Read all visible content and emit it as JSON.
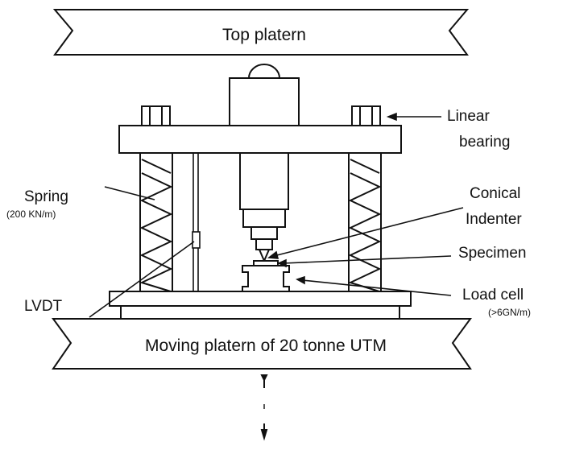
{
  "diagram": {
    "top_platen": "Top platern",
    "moving_platen": "Moving platern of 20 tonne UTM",
    "labels": {
      "linear_bearing_1": "Linear",
      "linear_bearing_2": "bearing",
      "spring": "Spring",
      "spring_stiffness": "(200 KN/m)",
      "conical_1": "Conical",
      "conical_2": "Indenter",
      "specimen": "Specimen",
      "lvdt": "LVDT",
      "load_cell": "Load cell",
      "load_cell_stiffness": "(>6GN/m)"
    }
  },
  "colors": {
    "ink": "#111111",
    "paper": "#ffffff"
  }
}
